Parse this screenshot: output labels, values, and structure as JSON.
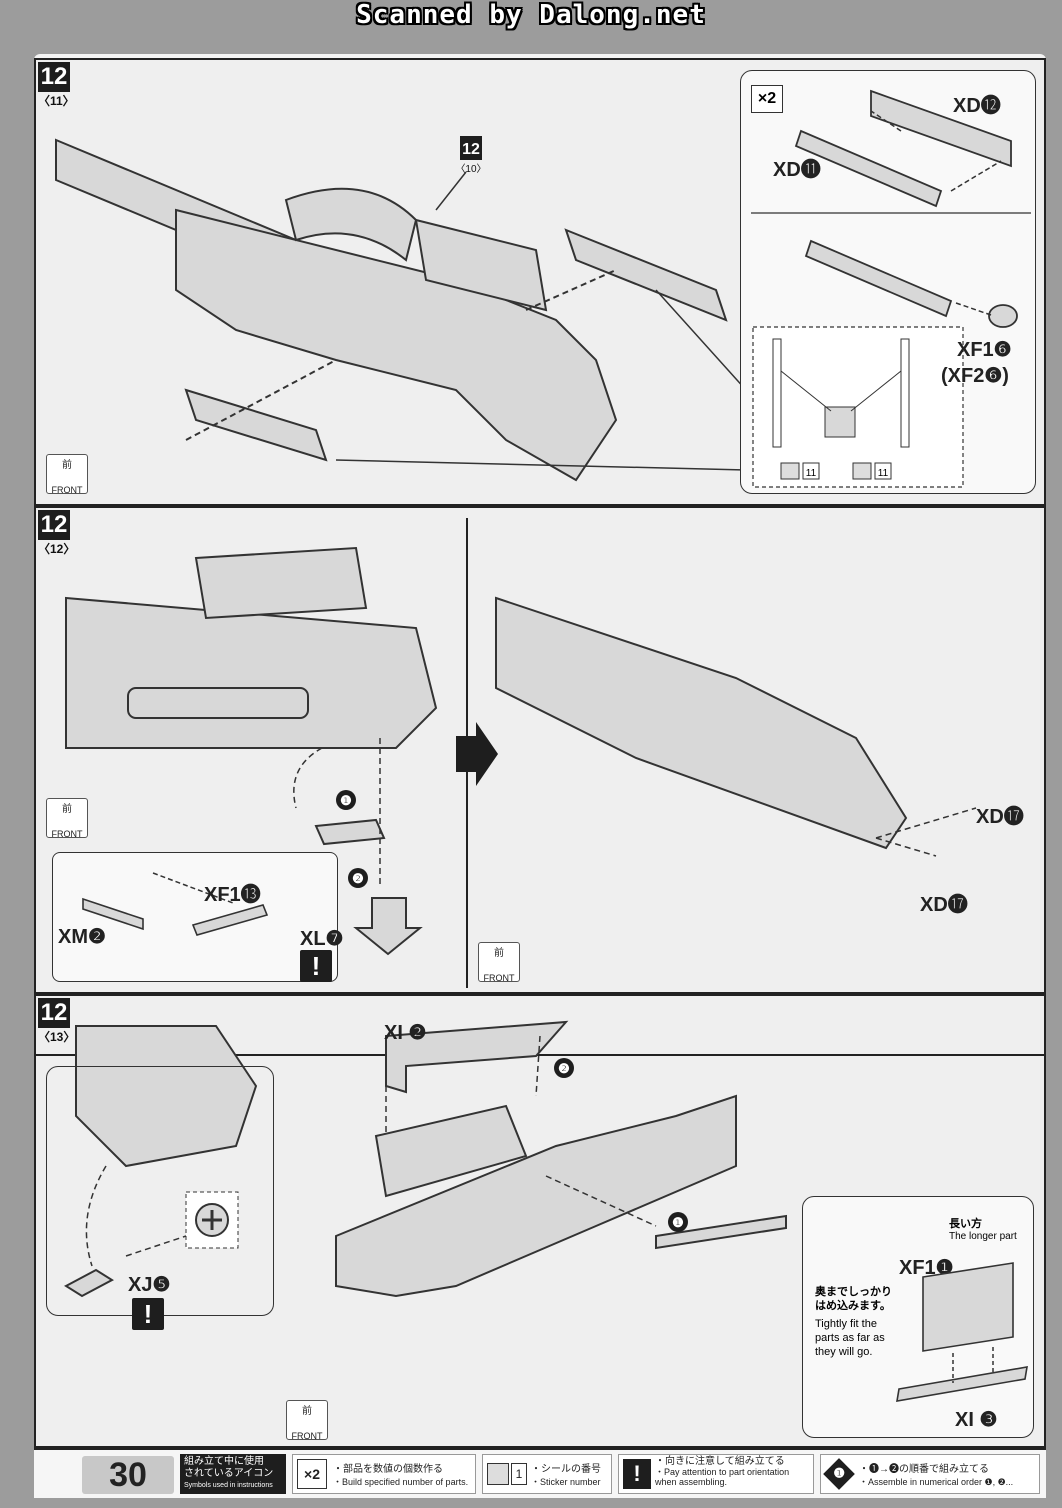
{
  "header": {
    "watermark": "Scanned by Dalong.net"
  },
  "steps": [
    {
      "number": "12",
      "sub": "〈11〉",
      "ref_number": "12",
      "ref_sub": "〈10〉"
    },
    {
      "number": "12",
      "sub": "〈12〉"
    },
    {
      "number": "12",
      "sub": "〈13〉"
    }
  ],
  "front_icon": {
    "kanji": "前",
    "label": "FRONT"
  },
  "panel1": {
    "multiplier": "×2",
    "labels": {
      "xd12": "XD⓬",
      "xd11": "XD⓫",
      "xf16": "XF1❻",
      "xf26": "(XF2❻)"
    },
    "sticker_number": "11"
  },
  "panel2": {
    "labels": {
      "xf113": "XF1⓭",
      "xm2": "XM❷",
      "xl7": "XL❼",
      "xd17a": "XD⓱",
      "xd17b": "XD⓱"
    },
    "order": [
      "❶",
      "❷"
    ]
  },
  "panel3": {
    "labels": {
      "xi2": "XI ❷",
      "xj5": "XJ❺",
      "xf11": "XF1❶",
      "xi3": "XI ❸"
    },
    "order": [
      "❶",
      "❷"
    ],
    "note": {
      "longer_ja": "長い方",
      "longer_en": "The longer part",
      "fit_ja_1": "奥までしっかり",
      "fit_ja_2": "はめ込みます。",
      "fit_en_1": "Tightly fit the",
      "fit_en_2": "parts as far as",
      "fit_en_3": "they will go."
    }
  },
  "footer": {
    "page_number": "30",
    "symbols_ja_1": "組み立て中に使用",
    "symbols_ja_2": "されているアイコン",
    "symbols_en": "Symbols used in instructions",
    "legend": [
      {
        "icon": "×2",
        "ja": "・部品を数値の個数作る",
        "en": "・Build specified number of parts."
      },
      {
        "icon": "1",
        "ja": "・シールの番号",
        "en": "・Sticker number"
      },
      {
        "icon": "!",
        "ja": "・向きに注意して組み立てる",
        "en": "・Pay attention to part orientation when assembling."
      },
      {
        "icon": "❶",
        "ja": "・❶→❷の順番で組み立てる",
        "en": "・Assemble in numerical order ❶, ❷..."
      }
    ]
  }
}
